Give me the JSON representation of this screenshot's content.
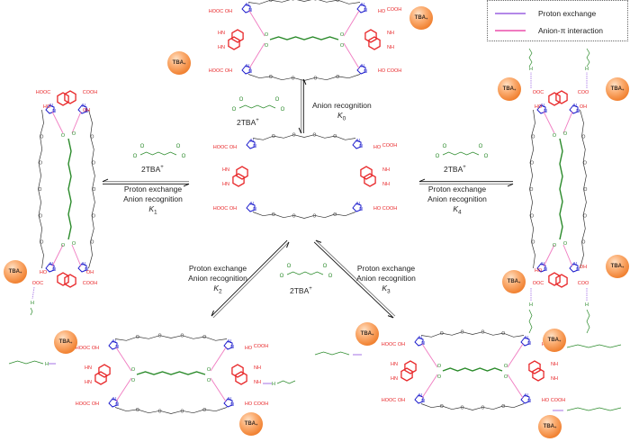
{
  "legend": {
    "items": [
      {
        "label": "Proton exchange",
        "color": "#b388e8"
      },
      {
        "label": "Anion-π interaction",
        "color": "#f07ac0"
      }
    ]
  },
  "colors": {
    "host_red": "#e8282a",
    "triazole_blue": "#1a1acc",
    "guest_green": "#2a8a2a",
    "crown_black": "#333333",
    "anion_pi_pink": "#f07ac0",
    "proton_exchange_purple": "#b388e8",
    "tba_orange": "#f07f2e"
  },
  "tba_label": "TBA",
  "tba_charge": "+",
  "guest_label": "2TBA",
  "guest_charge": "+",
  "equilibria": {
    "k0": {
      "line1": "Anion recognition",
      "constant": "K",
      "sub": "0"
    },
    "k1": {
      "line1": "Proton exchange",
      "line2": "Anion recognition",
      "constant": "K",
      "sub": "1"
    },
    "k2": {
      "line1": "Proton exchange",
      "line2": "Anion recognition",
      "constant": "K",
      "sub": "2"
    },
    "k3": {
      "line1": "Proton exchange",
      "line2": "Anion recognition",
      "constant": "K",
      "sub": "3"
    },
    "k4": {
      "line1": "Proton exchange",
      "line2": "Anion recognition",
      "constant": "K",
      "sub": "4"
    }
  },
  "host_groups": {
    "cooh": "COOH",
    "hooc": "HOOC",
    "oh": "OH",
    "ho": "HO",
    "nh": "NH",
    "hn": "HN",
    "n": "N",
    "o": "O",
    "coo": "COO",
    "ooc": "OOC",
    "h": "H",
    "chain_repeat": "5"
  }
}
